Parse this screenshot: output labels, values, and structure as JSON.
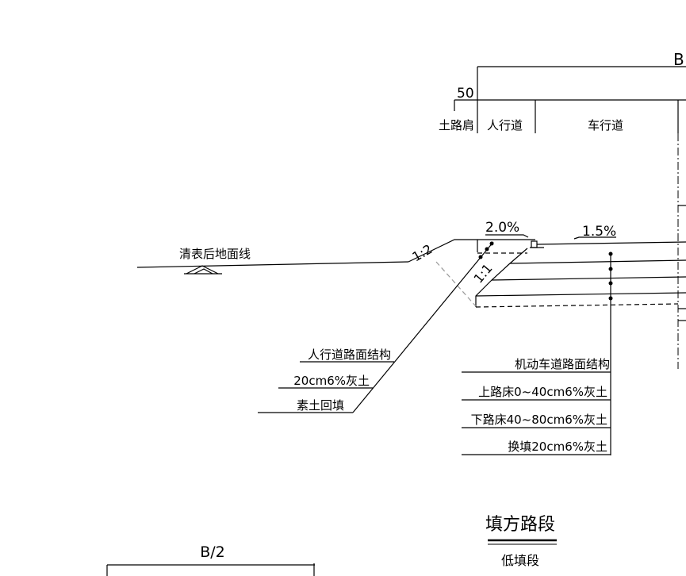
{
  "dimensions": {
    "total_width": "B",
    "shoulder_width": "50",
    "half_width": "B/2"
  },
  "zones": {
    "shoulder": "土路肩",
    "sidewalk": "人行道",
    "carriageway": "车行道"
  },
  "slopes": {
    "sidewalk_crossfall": "2.0%",
    "carriageway_crossfall": "1.5%",
    "fill_slope": "1:2",
    "inner_slope": "1:1"
  },
  "ground_line_label": "清表后地面线",
  "sidewalk_layers": [
    "人行道路面结构",
    "20cm6%灰土",
    "素土回填"
  ],
  "carriageway_layers": [
    "机动车道路面结构",
    "上路床0~40cm6%灰土",
    "下路床40~80cm6%灰土",
    "换填20cm6%灰土"
  ],
  "title": {
    "main": "填方路段",
    "sub": "低填段"
  }
}
